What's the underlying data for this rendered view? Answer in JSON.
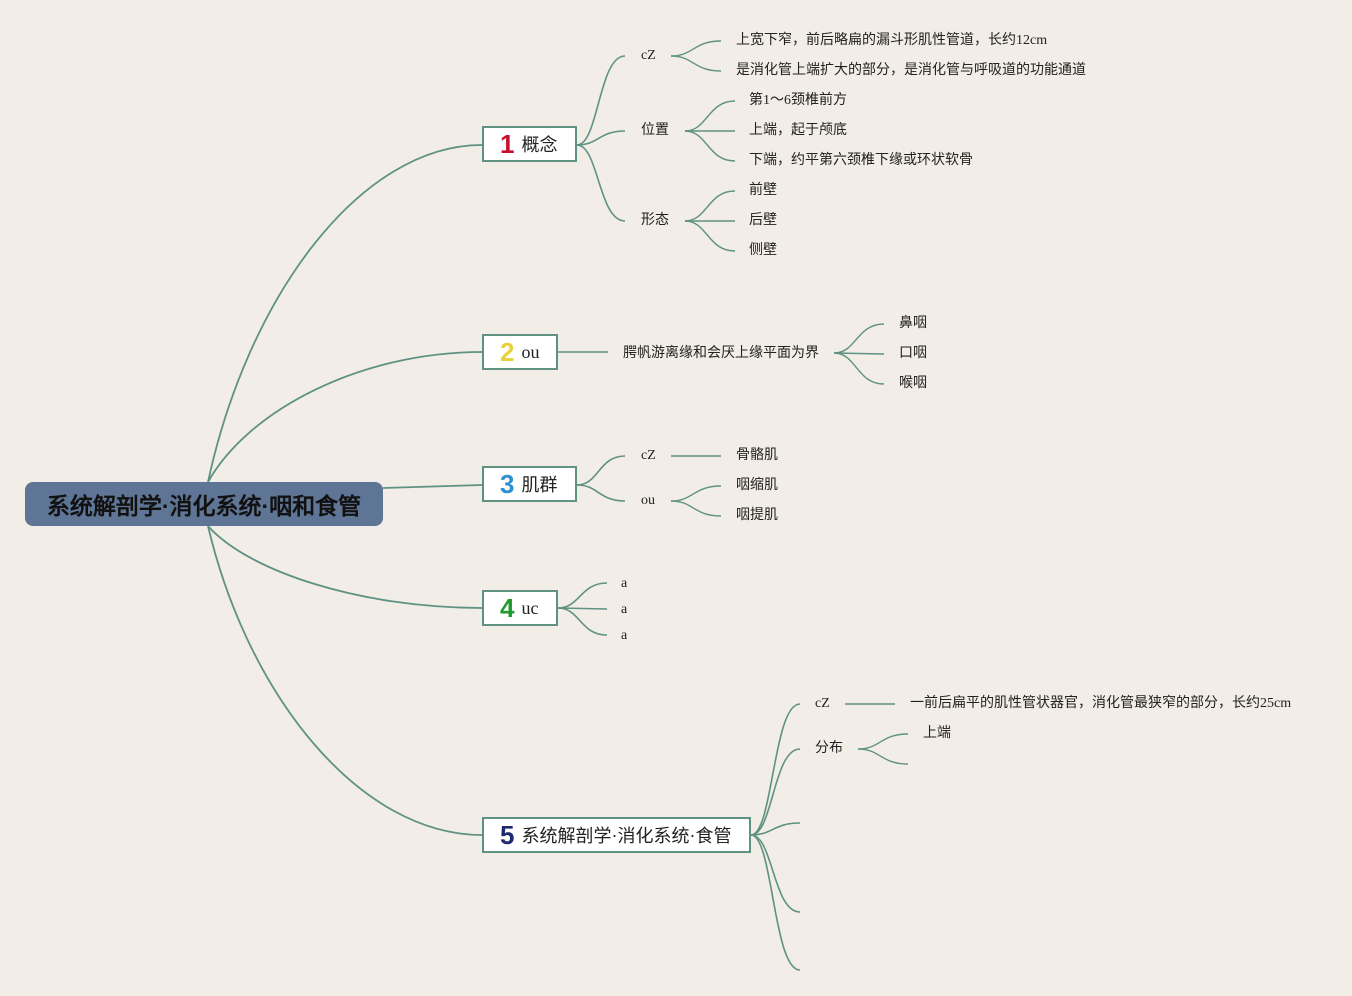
{
  "root": {
    "label": "系统解剖学·消化系统·咽和食管"
  },
  "branches": [
    {
      "number": "1",
      "label": "概念",
      "number_color": "#c8102e",
      "children": [
        {
          "label": "cZ",
          "children": [
            "上宽下窄，前后略扁的漏斗形肌性管道，长约12cm",
            "是消化管上端扩大的部分，是消化管与呼吸道的功能通道"
          ]
        },
        {
          "label": "位置",
          "children": [
            "第1～6颈椎前方",
            "上端，起于颅底",
            "下端，约平第六颈椎下缘或环状软骨"
          ]
        },
        {
          "label": "形态",
          "children": [
            "前壁",
            "后壁",
            "侧壁"
          ]
        }
      ]
    },
    {
      "number": "2",
      "label": "ou",
      "number_color": "#e8d13c",
      "children": [
        {
          "label": "腭帆游离缘和会厌上缘平面为界",
          "children": [
            "鼻咽",
            "口咽",
            "喉咽"
          ]
        }
      ]
    },
    {
      "number": "3",
      "label": "肌群",
      "number_color": "#2e8fd1",
      "children": [
        {
          "label": "cZ",
          "children": [
            "骨骼肌"
          ]
        },
        {
          "label": "ou",
          "children": [
            "咽缩肌",
            "咽提肌"
          ]
        }
      ]
    },
    {
      "number": "4",
      "label": "uc",
      "number_color": "#1f9a2c",
      "children": [
        {
          "label": "a",
          "children": []
        },
        {
          "label": "a",
          "children": []
        },
        {
          "label": "a",
          "children": []
        }
      ]
    },
    {
      "number": "5",
      "label": "系统解剖学·消化系统·食管",
      "number_color": "#1d2a6e",
      "children": [
        {
          "label": "cZ",
          "children": [
            "一前后扁平的肌性管状器官，消化管最狭窄的部分，长约25cm"
          ]
        },
        {
          "label": "分布",
          "children": [
            "上端",
            ""
          ]
        },
        {
          "label": "",
          "children": []
        },
        {
          "label": "",
          "children": []
        },
        {
          "label": "",
          "children": []
        }
      ]
    }
  ],
  "colors": {
    "edge": "#5e9282",
    "root_fill": "#5f7595",
    "background": "#f2ede6"
  }
}
